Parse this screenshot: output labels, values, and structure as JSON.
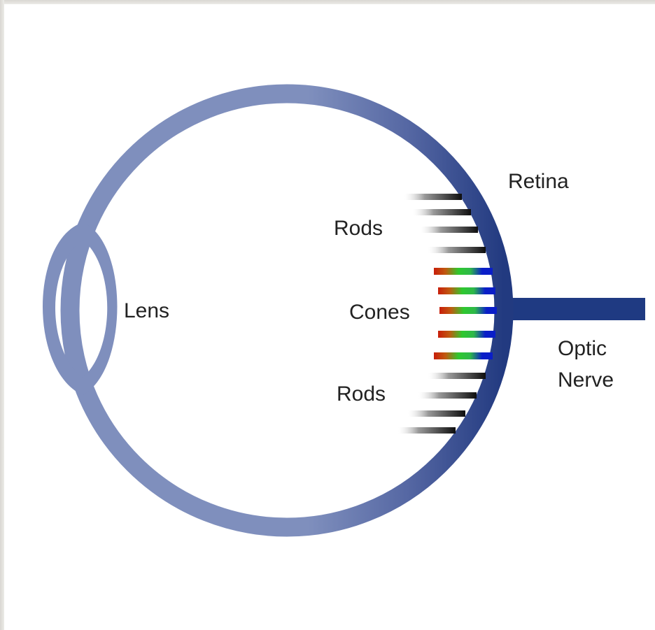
{
  "labels": {
    "retina": "Retina",
    "rods_upper": "Rods",
    "lens": "Lens",
    "cones": "Cones",
    "rods_lower": "Rods",
    "optic_line1": "Optic",
    "optic_line2": "Nerve"
  },
  "colors": {
    "eye_wall": "#7f8fbd",
    "retina_dark": "#223a80",
    "optic_nerve": "#1f3a82",
    "rod_dark": "#111111",
    "cone_red": "#c81e0a",
    "cone_green": "#2ec82e",
    "cone_blue": "#0a1ec8",
    "text": "#222222"
  },
  "icons": {
    "rod": "rod-photoreceptor-icon",
    "cone": "cone-photoreceptor-icon"
  }
}
